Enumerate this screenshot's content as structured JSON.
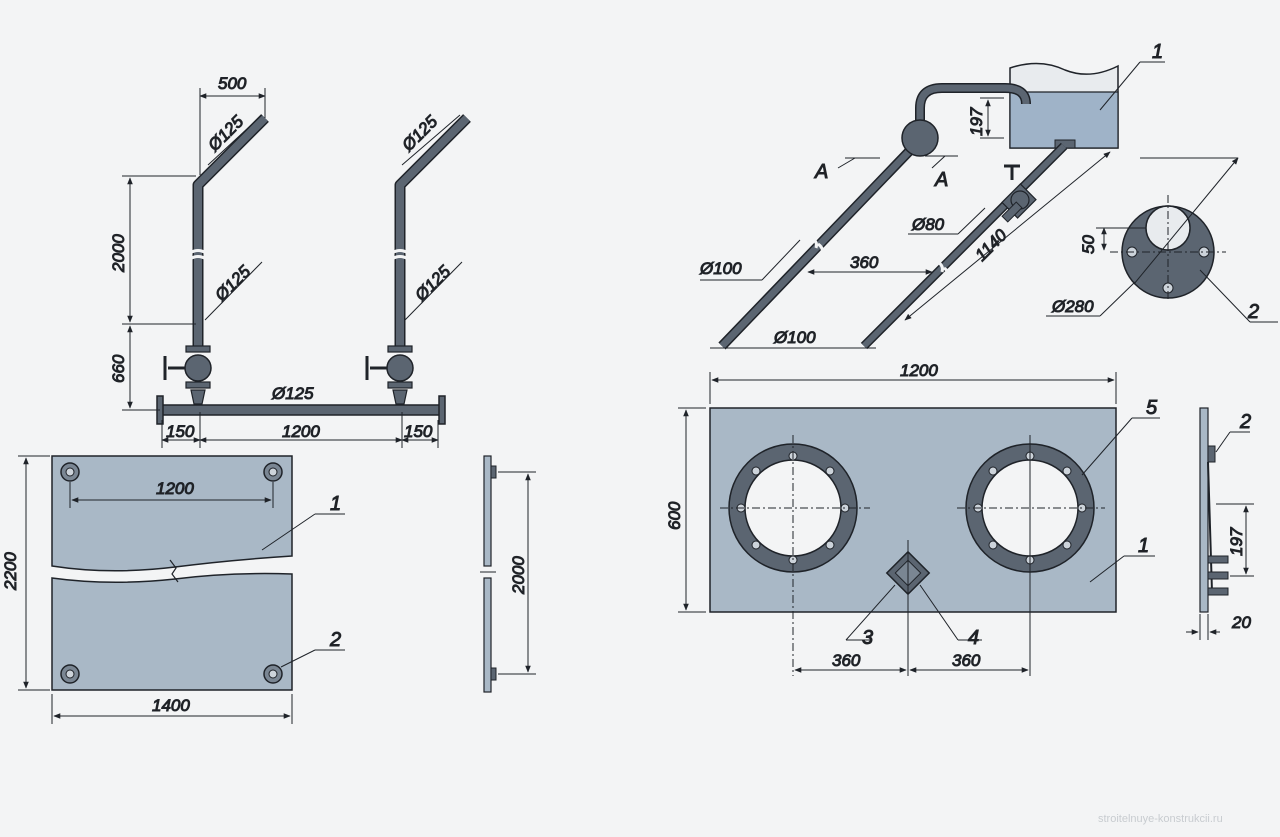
{
  "colors": {
    "background": "#f3f4f5",
    "plate": "#a9b8c6",
    "pipe": "#5b6571",
    "line": "#1f2329",
    "water": "#9fb3c8"
  },
  "left_elevation": {
    "dims": {
      "top_offset": "500",
      "upper_dia_left": "Ø125",
      "upper_dia_right": "Ø125",
      "height_2000": "2000",
      "mid_dia_left": "Ø125",
      "mid_dia_right": "Ø125",
      "height_660": "660",
      "header_dia": "Ø125",
      "end_left": "150",
      "span": "1200",
      "end_right": "150"
    }
  },
  "left_plan": {
    "dims": {
      "height_2200": "2200",
      "bolt_span": "1200",
      "width_1400": "1400"
    },
    "leaders": {
      "plate": "1",
      "bolt": "2"
    }
  },
  "left_side": {
    "dims": {
      "height_2000": "2000"
    }
  },
  "right_iso": {
    "dims": {
      "dia_100_upper": "Ø100",
      "dia_100_lower": "Ø100",
      "spacing_360": "360",
      "dia_80": "Ø80",
      "length_1140": "1140",
      "height_197": "197"
    },
    "section_marks": {
      "left": "A",
      "right": "A"
    },
    "leaders": {
      "tank": "1"
    }
  },
  "section_detail": {
    "dims": {
      "offset_50": "50",
      "dia_280": "Ø280"
    },
    "leaders": {
      "flange": "2"
    }
  },
  "right_plan": {
    "dims": {
      "width_1200": "1200",
      "height_600": "600",
      "left_360": "360",
      "right_360": "360"
    },
    "leaders": {
      "ring": "5",
      "plate": "1",
      "square_a": "3",
      "square_b": "4"
    }
  },
  "right_side": {
    "dims": {
      "height_197": "197",
      "thick_20": "20"
    },
    "leaders": {
      "flange": "2"
    }
  },
  "watermark": "stroitelnuye-konstrukcii.ru"
}
